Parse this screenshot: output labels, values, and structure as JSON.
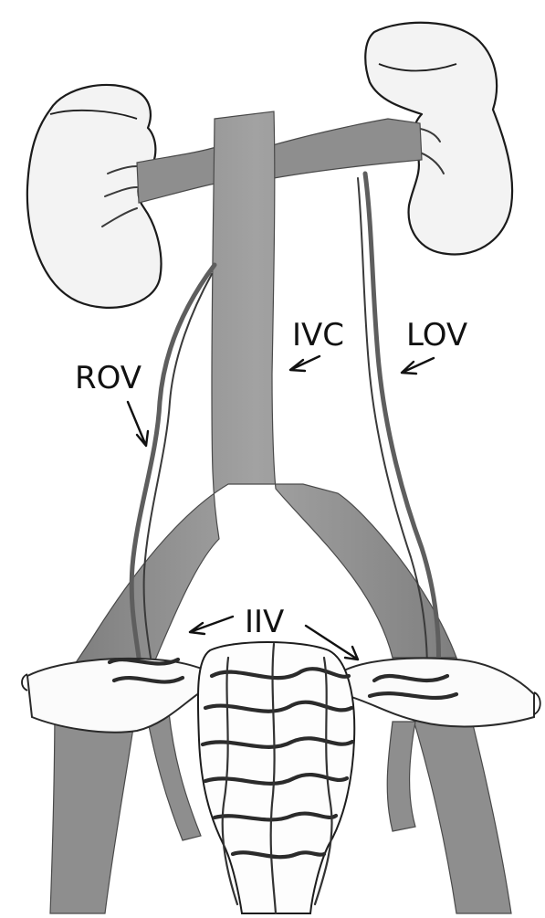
{
  "labels": {
    "ivc": "IVC",
    "lov": "LOV",
    "rov": "ROV",
    "iiv": "IIV"
  },
  "colors": {
    "vein_fill": "#8e8e8e",
    "kidney_fill": "#f3f3f3",
    "line": "#1b1b1b",
    "background": "#ffffff"
  }
}
